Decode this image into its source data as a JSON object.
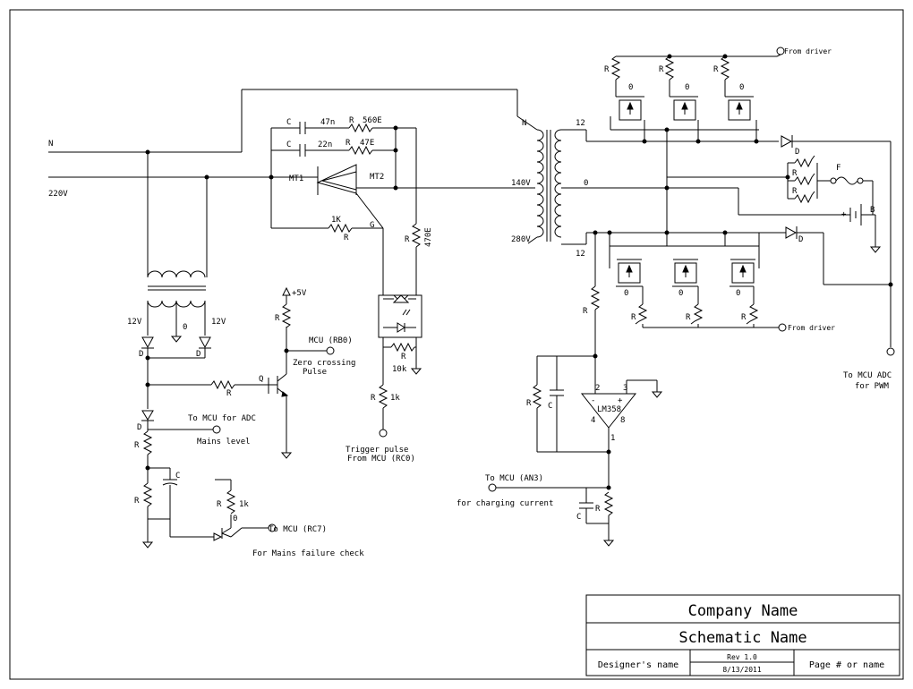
{
  "title_block": {
    "company": "Company Name",
    "schematic": "Schematic Name",
    "designer": "Designer's name",
    "rev": "Rev 1.0",
    "date": "8/13/2011",
    "page": "Page # or name"
  },
  "labels": {
    "n_in": "N",
    "v220": "220V",
    "cap47n": "47n",
    "r560": "560E",
    "cap22n": "22n",
    "r47": "47E",
    "c": "C",
    "r": "R",
    "mt1": "MT1",
    "mt2": "MT2",
    "gate": "G",
    "r1k": "1K",
    "r470": "470E",
    "trig1": "Trigger pulse",
    "trig2": "From MCU (RC0)",
    "v5": "+5V",
    "rb0": "MCU (RB0)",
    "zc1": "Zero crossing",
    "zc2": "Pulse",
    "q": "Q",
    "v12": "12V",
    "zero": "0",
    "d": "D",
    "adc1": "To MCU for ADC",
    "adc2": "Mains level",
    "rc7": "To MCU (RC7)",
    "mainsfail": "For Mains failure check",
    "k1": "1k",
    "k10": "10k",
    "t_n": "N",
    "t140": "140V",
    "t280": "280V",
    "t12a": "12",
    "t12b": "12",
    "t0": "0",
    "from_driver_1": "From driver",
    "from_driver_2": "From driver",
    "fuse": "F",
    "batt": "B",
    "pwm1": "To MCU ADC",
    "pwm2": "for PWM",
    "lm358": "LM358",
    "p1": "1",
    "p2": "2",
    "p3": "3",
    "p4": "4",
    "p8": "8",
    "an3": "To MCU (AN3)",
    "charging": "for charging current"
  },
  "colors": {
    "ink": "#000000",
    "background": "#ffffff"
  }
}
